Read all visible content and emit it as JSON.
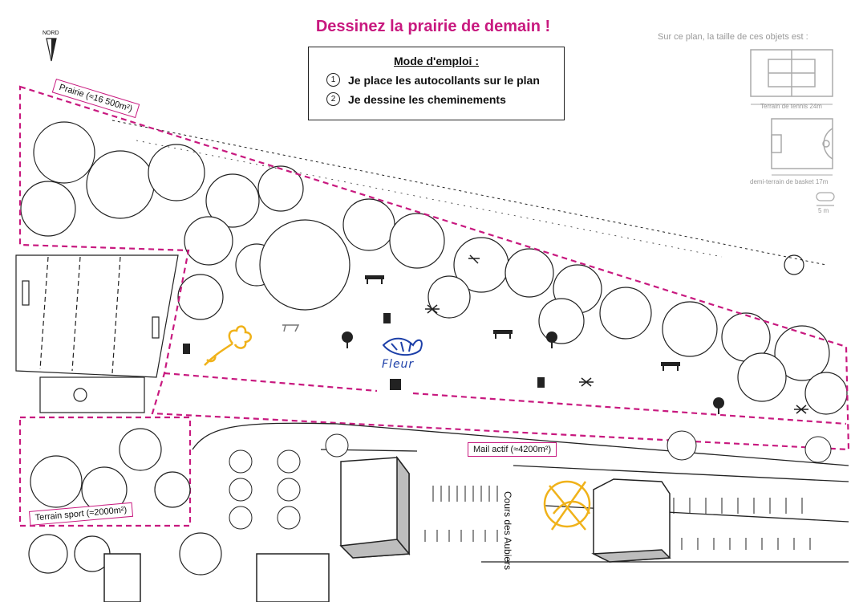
{
  "header": {
    "title": "Dessinez la prairie de demain !"
  },
  "instructions": {
    "heading": "Mode d'emploi :",
    "steps": [
      {
        "number": "1",
        "text": "Je place les autocollants sur le plan"
      },
      {
        "number": "2",
        "text": "Je dessine les cheminements"
      }
    ]
  },
  "scale_legend": {
    "intro": "Sur ce plan, la taille de ces objets est :",
    "items": [
      {
        "caption": "Terrain de tennis 24m",
        "icon": "tennis-court-icon"
      },
      {
        "caption": "demi-terrain de basket 17m",
        "icon": "basketball-court-icon"
      },
      {
        "caption": "5 m",
        "icon": "scale-5m-icon"
      }
    ]
  },
  "compass": {
    "label": "NORD",
    "icon": "north-arrow-icon"
  },
  "zones": {
    "prairie": "Prairie (≈16 500m²)",
    "mail": "Mail actif (≈4200m²)",
    "sport": "Terrain sport (≈2000m²)"
  },
  "annotations": {
    "handwritten": "Fleur",
    "street": "Cours des Aubiers"
  },
  "colors": {
    "accent": "#c8197f",
    "zone_outline": "#c8197f",
    "drawing_yellow": "#f0b21a",
    "drawing_blue": "#1c3fa8",
    "building_shadow": "#bdbdbd"
  }
}
